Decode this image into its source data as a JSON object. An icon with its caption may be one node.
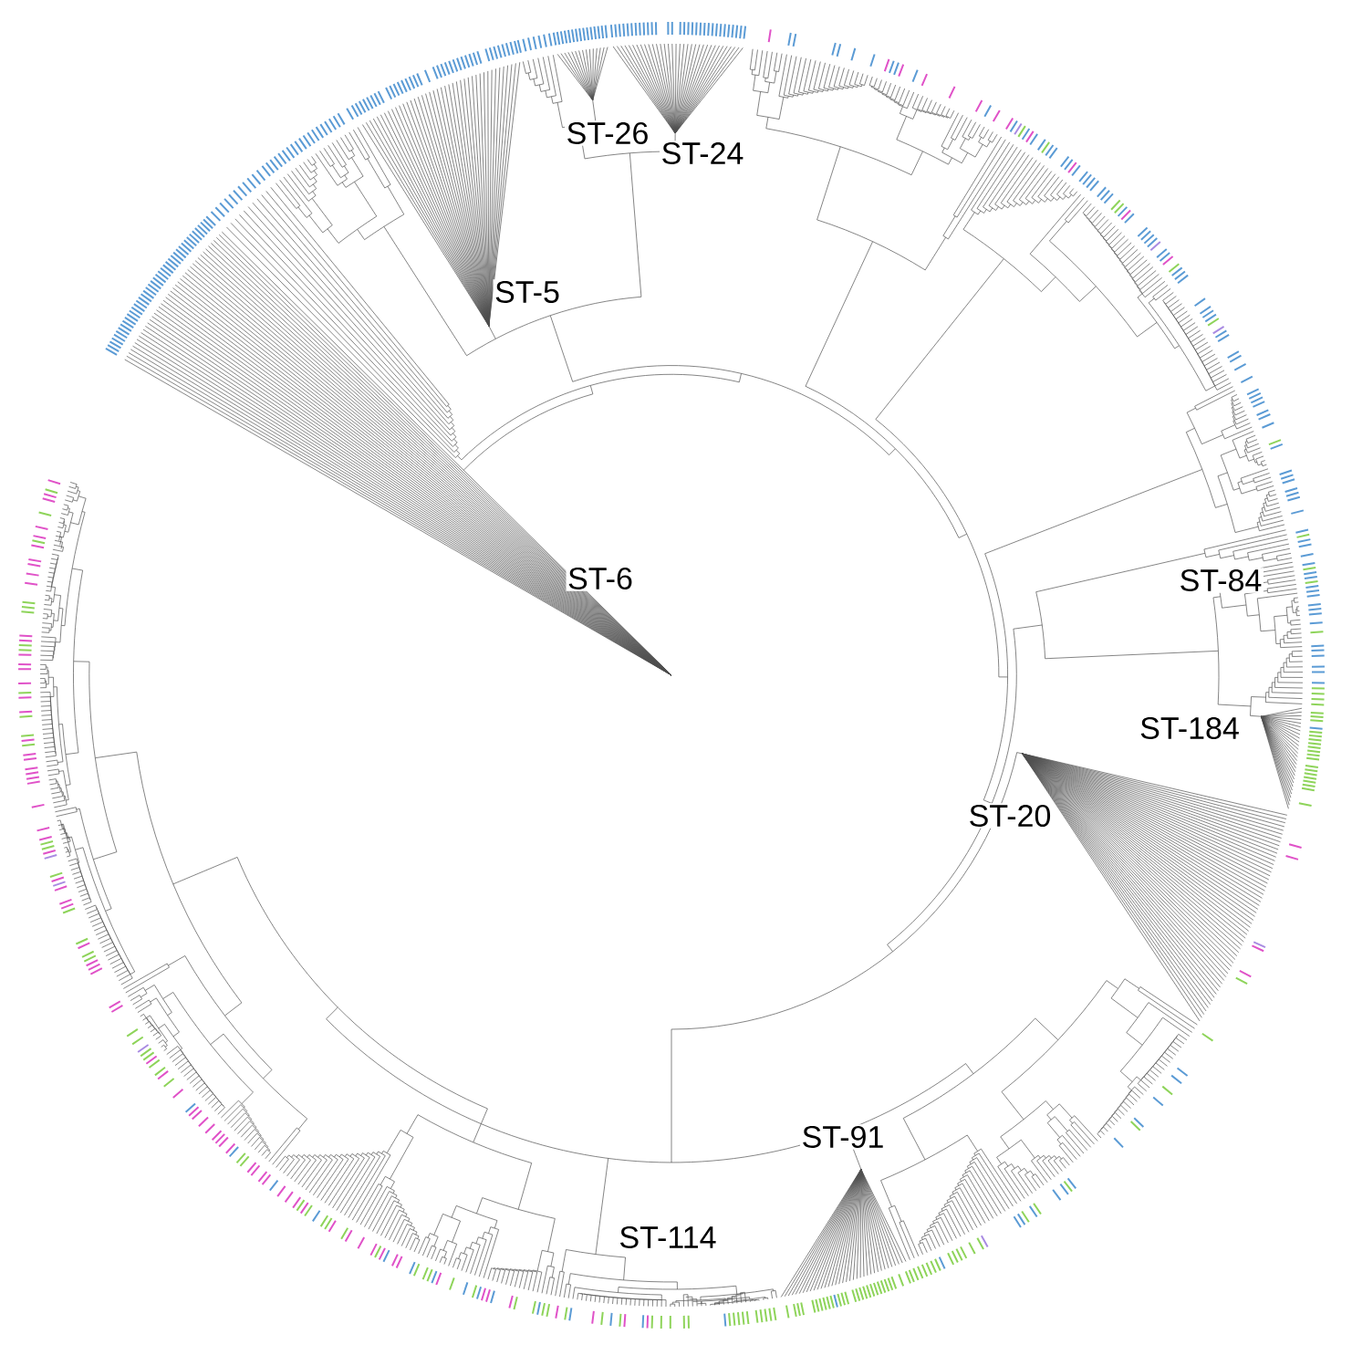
{
  "diagram": {
    "labels": [
      "ST-26",
      "ST-24",
      "ST-5",
      "ST-6",
      "ST-84",
      "ST-184",
      "ST-20",
      "ST-91",
      "ST-114"
    ]
  }
}
